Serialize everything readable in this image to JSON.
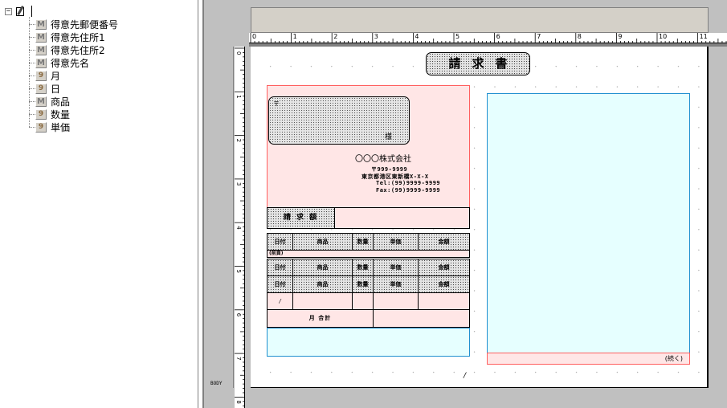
{
  "tree": {
    "root_expander": "−",
    "items": [
      {
        "icon": "M",
        "label": "得意先郵便番号"
      },
      {
        "icon": "M",
        "label": "得意先住所1"
      },
      {
        "icon": "M",
        "label": "得意先住所2"
      },
      {
        "icon": "M",
        "label": "得意先名"
      },
      {
        "icon": "9",
        "label": "月"
      },
      {
        "icon": "9",
        "label": "日"
      },
      {
        "icon": "M",
        "label": "商品"
      },
      {
        "icon": "9",
        "label": "数量"
      },
      {
        "icon": "9",
        "label": "単価"
      }
    ]
  },
  "ruler": {
    "h_labels": [
      "0",
      "1",
      "2",
      "3",
      "4",
      "5",
      "6",
      "7",
      "8",
      "9",
      "10",
      "11"
    ],
    "v_labels": [
      "0",
      "1",
      "2",
      "3",
      "4",
      "5",
      "6",
      "7",
      "8"
    ]
  },
  "section_label": "BODY",
  "invoice": {
    "title": "請求書",
    "addr_mark": "〒",
    "addr_suffix": "様",
    "company_name": "〇〇〇株式会社",
    "company_lines": [
      "〒999-9999",
      "東京都港区東新橋X-X-X",
      "Tel:(99)9999-9999",
      "Fax:(99)9999-9999"
    ],
    "amount_label": "請 求 額",
    "table_headers": [
      "日付",
      "商品",
      "数量",
      "単価",
      "金額"
    ],
    "carry_over": "(前頁)",
    "date_placeholder": "/",
    "monthly_total": "月 合計",
    "continue_label": "(続く)",
    "page_slash": "/"
  },
  "colors": {
    "pink_fill": "#ffe6e6",
    "pink_border": "#ff6060",
    "cyan_fill": "#e6ffff",
    "cyan_border": "#2090d0"
  }
}
